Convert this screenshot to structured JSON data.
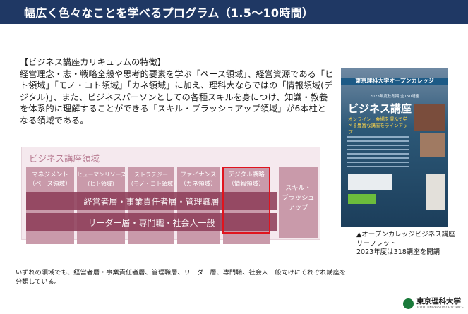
{
  "title": "幅広く色々なことを学べるプログラム（1.5〜10時間）",
  "description": {
    "heading": "【ビジネス講座カリキュラムの特徴】",
    "body": "経営理念・志・戦略全般や思考的要素を学ぶ「ベース領域」、経営資源である「ヒト領域」「モノ・コト領域」「カネ領域」に加え、理科大ならではの「情報領域(デジタル)」、また、ビジネスパーソンとしての各種スキルを身につけ、知識・教養を体系的に理解することができる「スキル・ブラッシュアップ領域」が6本柱となる領域である。"
  },
  "diagram": {
    "title": "ビジネス講座領域",
    "columns": [
      {
        "label": "マネジメント\n（ベース領域）"
      },
      {
        "label": "ヒューマンリソース\n（ヒト領域）"
      },
      {
        "label": "ストラテジー\n（モノ・コト領域）"
      },
      {
        "label": "ファイナンス\n（カネ領域）"
      },
      {
        "label": "デジタル戦略\n（情報領域）"
      }
    ],
    "skill_column": "スキル・\nブラッシュ\nアップ",
    "bands": [
      "経営者層・事業責任者層・管理職層",
      "リーダー層・専門職・社会人一般"
    ]
  },
  "footnote": "いずれの領域でも、経営者層・事業責任者層、管理職層、リーダー層、専門職、社会人一般向けにそれぞれ講座を分類している。",
  "brochure": {
    "brand": "東京理科大学オープンカレッジ",
    "subtitle": "2023年度秋冬期  全150講座",
    "main_title": "ビジネス講座",
    "tagline": "オンライン・会場を選んで学べる豊富な講座をラインアップ"
  },
  "caption": "▲オープンカレッジビジネス講座\nリーフレット\n2023年度は318講座を開講",
  "logo": {
    "name": "東京理科大学",
    "english": "TOKYO UNIVERSITY OF SCIENCE"
  }
}
